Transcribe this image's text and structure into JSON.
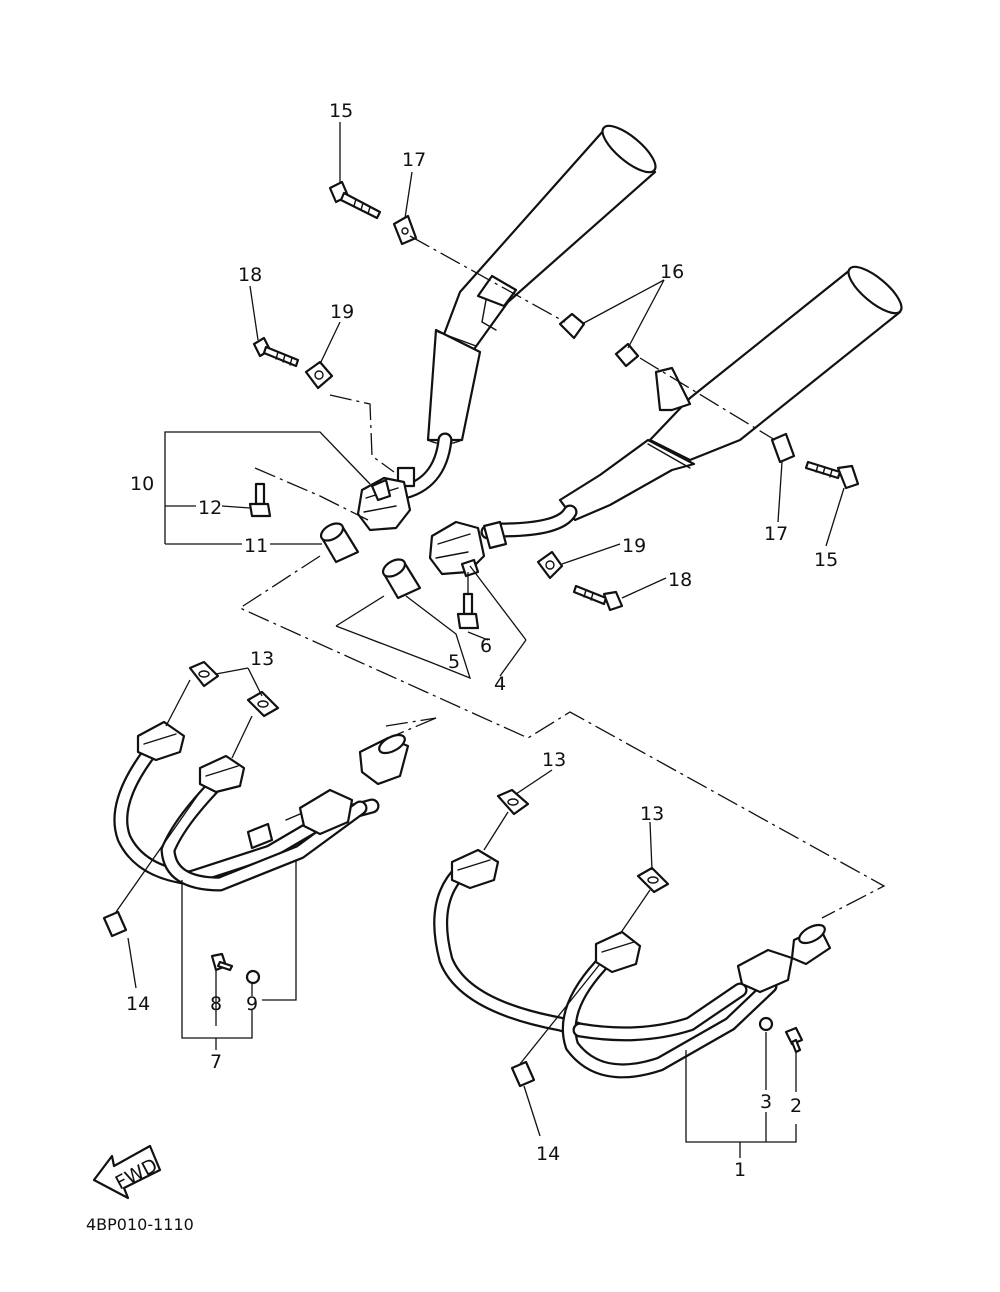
{
  "diagram": {
    "drawing_code": "4BP010-1110",
    "fwd_label": "FWD",
    "callouts": {
      "p1": "1",
      "p2": "2",
      "p3": "3",
      "p4": "4",
      "p5": "5",
      "p6": "6",
      "p7": "7",
      "p8": "8",
      "p9": "9",
      "p10": "10",
      "p11": "11",
      "p12": "12",
      "p13a": "13",
      "p13b": "13",
      "p13c": "13",
      "p14a": "14",
      "p14b": "14",
      "p15a": "15",
      "p15b": "15",
      "p16": "16",
      "p17a": "17",
      "p17b": "17",
      "p18a": "18",
      "p18b": "18",
      "p19a": "19",
      "p19b": "19"
    }
  }
}
